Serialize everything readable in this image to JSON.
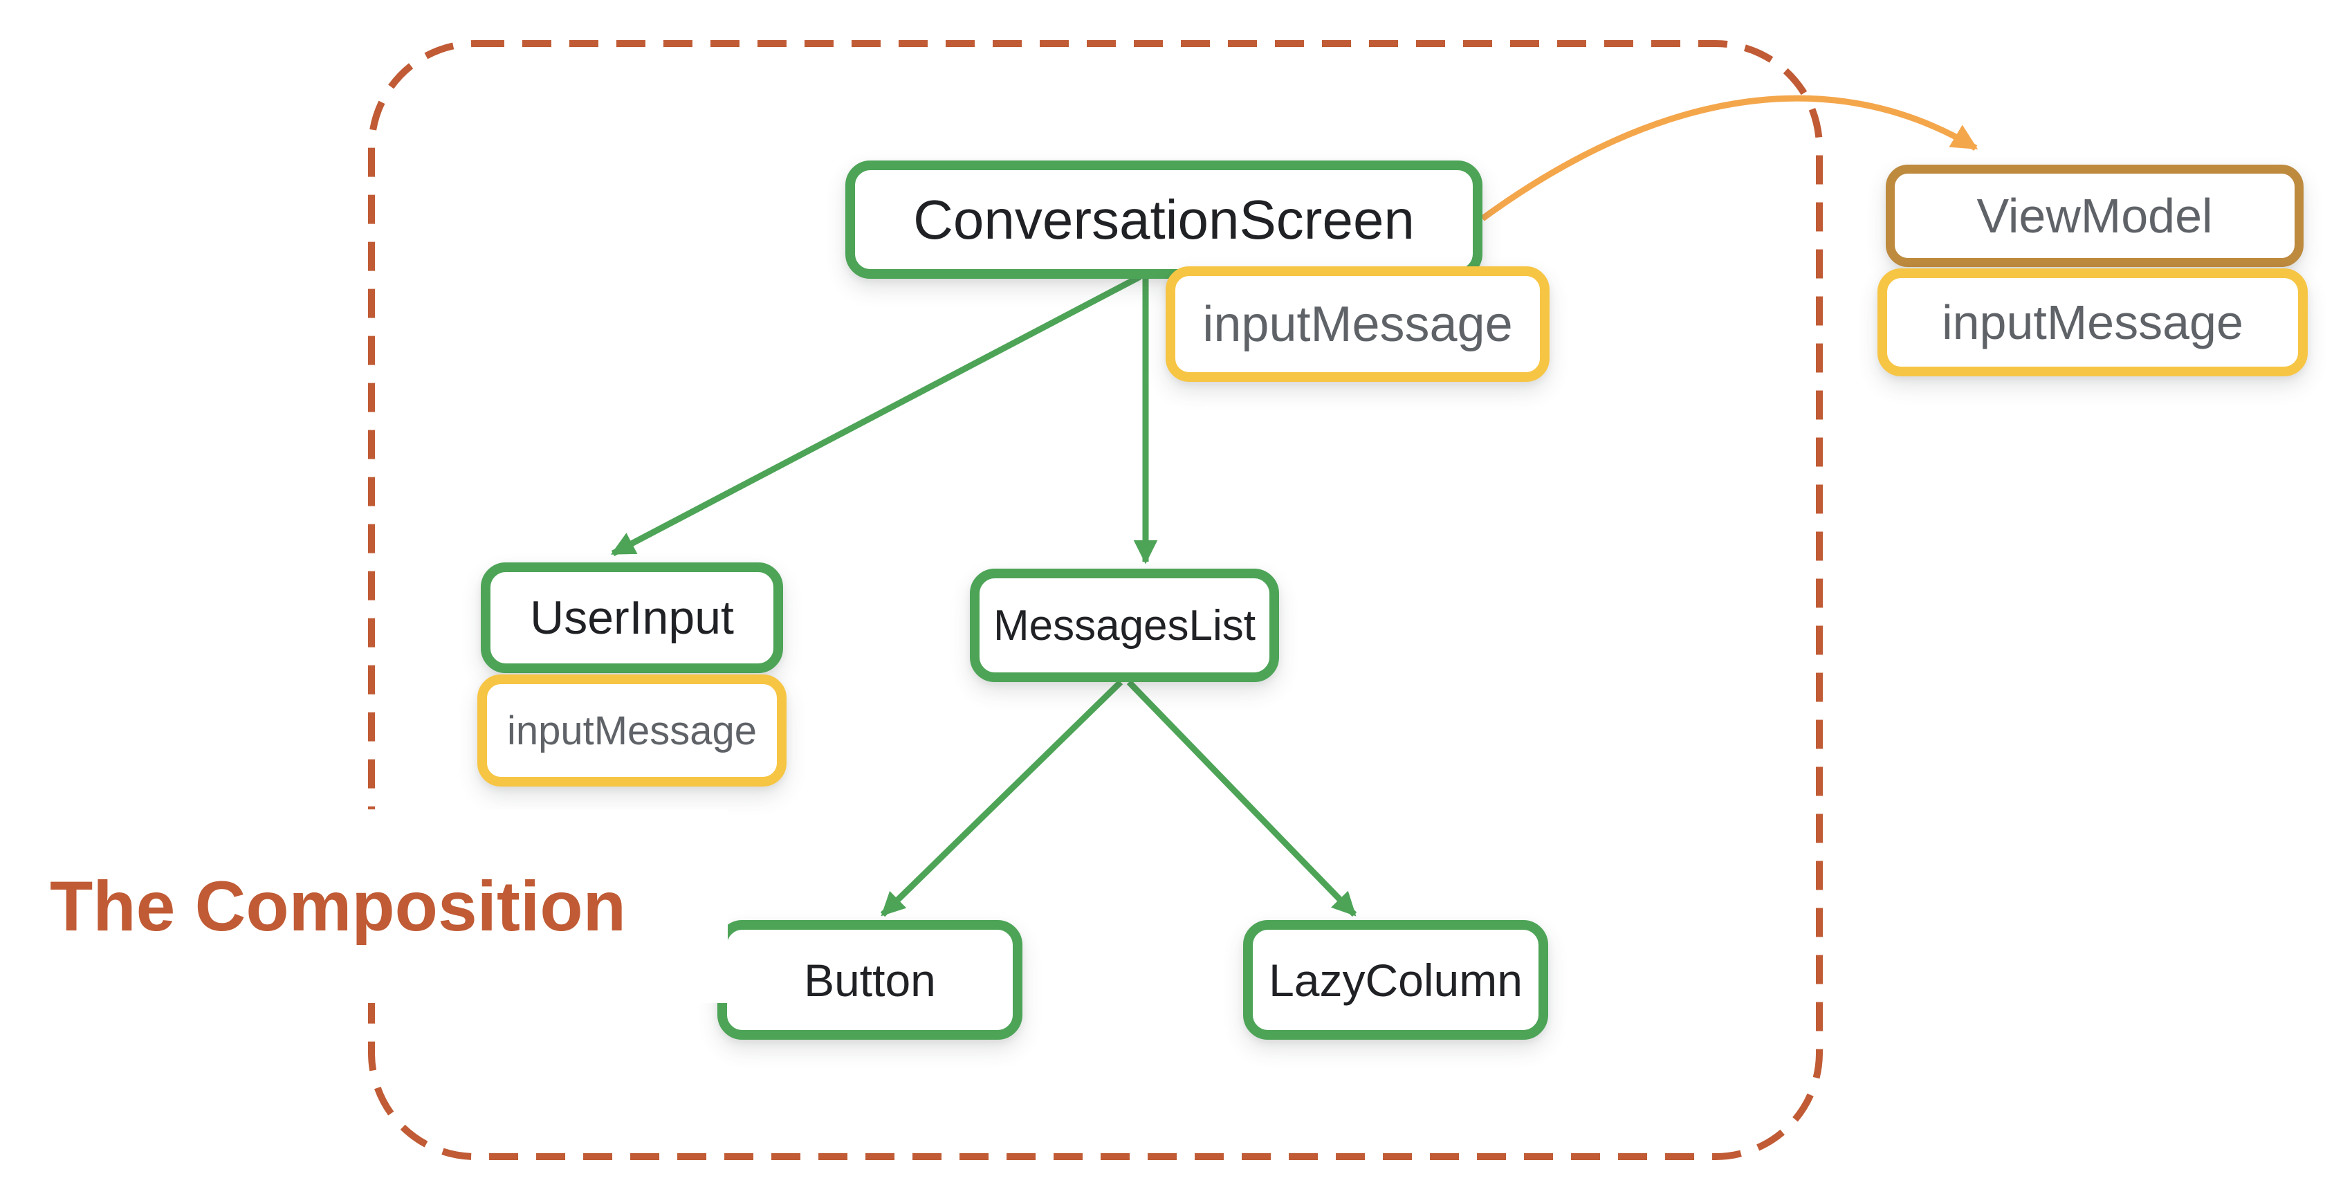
{
  "diagram_title": "The Composition",
  "colors": {
    "boundary_rust": "#C05B35",
    "title_rust": "#C05B35",
    "node_green": "#4DA457",
    "state_yellow": "#F7C544",
    "viewmodel_brown": "#BD8A3E",
    "arrow_orange": "#F4A64B",
    "label_dark": "#202124",
    "label_gray": "#5F6368"
  },
  "nodes": {
    "conversation_screen": {
      "label": "ConversationScreen"
    },
    "conversation_state": {
      "label": "inputMessage"
    },
    "user_input": {
      "label": "UserInput"
    },
    "user_input_state": {
      "label": "inputMessage"
    },
    "messages_list": {
      "label": "MessagesList"
    },
    "button": {
      "label": "Button"
    },
    "lazy_column": {
      "label": "LazyColumn"
    },
    "view_model": {
      "label": "ViewModel"
    },
    "view_model_state": {
      "label": "inputMessage"
    }
  },
  "edges": [
    {
      "from": "ConversationScreen",
      "to": "UserInput",
      "type": "composition-child"
    },
    {
      "from": "ConversationScreen",
      "to": "MessagesList",
      "type": "composition-child"
    },
    {
      "from": "MessagesList",
      "to": "Button",
      "type": "composition-child"
    },
    {
      "from": "MessagesList",
      "to": "LazyColumn",
      "type": "composition-child"
    },
    {
      "from": "ConversationScreen",
      "to": "ViewModel",
      "type": "state-hoisted-to-viewmodel"
    }
  ]
}
